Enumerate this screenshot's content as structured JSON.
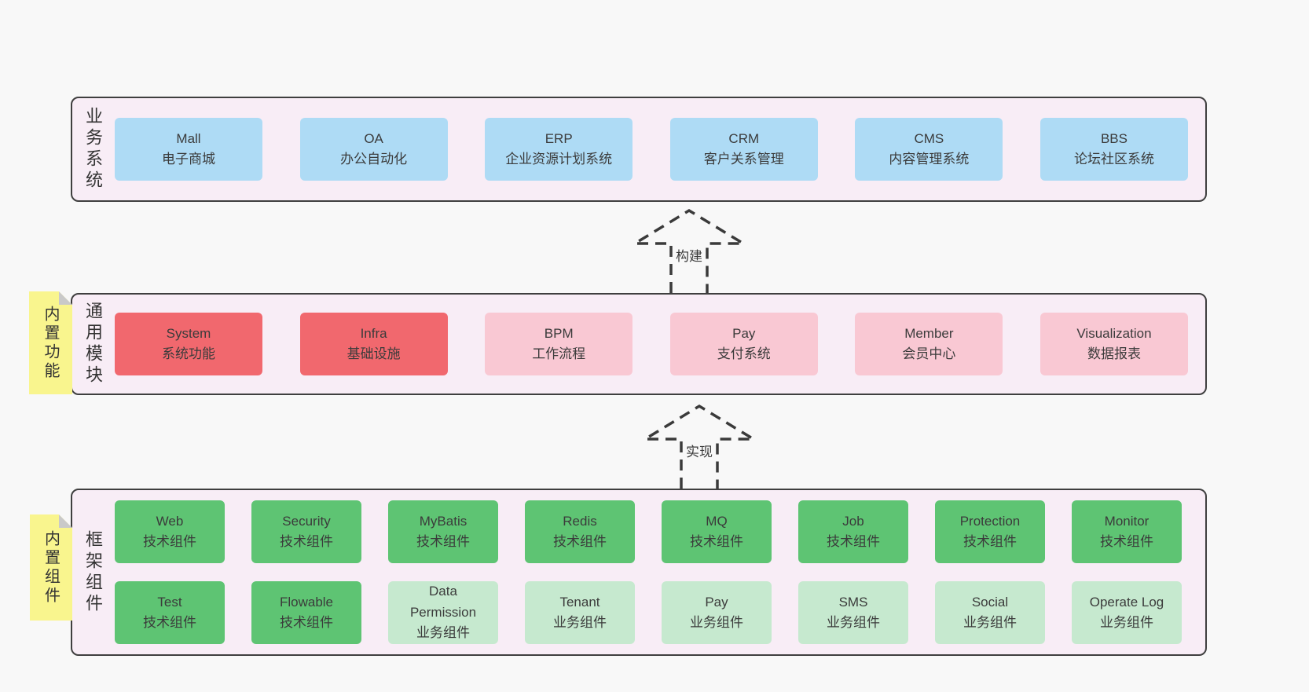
{
  "diagram": {
    "background": "#f8f8f8",
    "colors": {
      "layer_fill": "#f8edf6",
      "layer_border": "#3f3f3f",
      "blue": "#aedbf5",
      "red": "#f1686e",
      "pink": "#f9c8d3",
      "green": "#5ec473",
      "lightgreen": "#c6e9cf",
      "note_yellow": "#f9f58e",
      "note_fold": "#c9c9c9",
      "text": "#3b3b3b"
    },
    "layers": [
      {
        "label": "业务系统",
        "items": [
          {
            "name": "Mall",
            "desc": "电子商城",
            "variant": "blue"
          },
          {
            "name": "OA",
            "desc": "办公自动化",
            "variant": "blue"
          },
          {
            "name": "ERP",
            "desc": "企业资源计划系统",
            "variant": "blue"
          },
          {
            "name": "CRM",
            "desc": "客户关系管理",
            "variant": "blue"
          },
          {
            "name": "CMS",
            "desc": "内容管理系统",
            "variant": "blue"
          },
          {
            "name": "BBS",
            "desc": "论坛社区系统",
            "variant": "blue"
          }
        ]
      },
      {
        "label": "通用模块",
        "note": "内置功能",
        "items": [
          {
            "name": "System",
            "desc": "系统功能",
            "variant": "red"
          },
          {
            "name": "Infra",
            "desc": "基础设施",
            "variant": "red"
          },
          {
            "name": "BPM",
            "desc": "工作流程",
            "variant": "pink"
          },
          {
            "name": "Pay",
            "desc": "支付系统",
            "variant": "pink"
          },
          {
            "name": "Member",
            "desc": "会员中心",
            "variant": "pink"
          },
          {
            "name": "Visualization",
            "desc": "数据报表",
            "variant": "pink"
          }
        ]
      },
      {
        "label": "框架组件",
        "note": "内置组件",
        "rows": [
          [
            {
              "name": "Web",
              "desc": "技术组件",
              "variant": "green"
            },
            {
              "name": "Security",
              "desc": "技术组件",
              "variant": "green"
            },
            {
              "name": "MyBatis",
              "desc": "技术组件",
              "variant": "green"
            },
            {
              "name": "Redis",
              "desc": "技术组件",
              "variant": "green"
            },
            {
              "name": "MQ",
              "desc": "技术组件",
              "variant": "green"
            },
            {
              "name": "Job",
              "desc": "技术组件",
              "variant": "green"
            },
            {
              "name": "Protection",
              "desc": "技术组件",
              "variant": "green"
            },
            {
              "name": "Monitor",
              "desc": "技术组件",
              "variant": "green"
            }
          ],
          [
            {
              "name": "Test",
              "desc": "技术组件",
              "variant": "green"
            },
            {
              "name": "Flowable",
              "desc": "技术组件",
              "variant": "green"
            },
            {
              "name": "Data Permission",
              "desc": "业务组件",
              "variant": "lightgreen"
            },
            {
              "name": "Tenant",
              "desc": "业务组件",
              "variant": "lightgreen"
            },
            {
              "name": "Pay",
              "desc": "业务组件",
              "variant": "lightgreen"
            },
            {
              "name": "SMS",
              "desc": "业务组件",
              "variant": "lightgreen"
            },
            {
              "name": "Social",
              "desc": "业务组件",
              "variant": "lightgreen"
            },
            {
              "name": "Operate Log",
              "desc": "业务组件",
              "variant": "lightgreen"
            }
          ]
        ]
      }
    ],
    "arrows": [
      {
        "label": "构建"
      },
      {
        "label": "实现"
      }
    ]
  }
}
